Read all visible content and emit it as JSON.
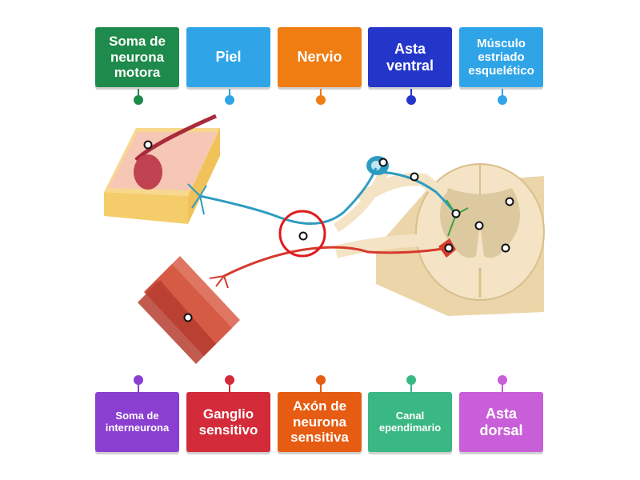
{
  "labels": {
    "top": [
      {
        "text": "Soma de neurona motora",
        "color": "#1e8a4b"
      },
      {
        "text": "Piel",
        "color": "#2fa5e8"
      },
      {
        "text": "Nervio",
        "color": "#f07d12"
      },
      {
        "text": "Asta ventral",
        "color": "#2436c9"
      },
      {
        "text": "Músculo estriado esquelético",
        "color": "#2fa5e8"
      }
    ],
    "bottom": [
      {
        "text": "Soma de interneurona",
        "color": "#8a3fd1"
      },
      {
        "text": "Ganglio sensitivo",
        "color": "#d42b3a"
      },
      {
        "text": "Axón de neurona sensitiva",
        "color": "#e65c12"
      },
      {
        "text": "Canal ependimario",
        "color": "#3ab883"
      },
      {
        "text": "Asta dorsal",
        "color": "#c95fd8"
      }
    ]
  },
  "colors": {
    "sensory_nerve": "#2e9cc0",
    "motor_nerve": "#d63a2e",
    "interneuron": "#3aa33a",
    "highlight_ring": "#e0191b",
    "spinal_cord": "#f4e4c5",
    "grey_matter": "#dcc9a0",
    "skin": "#f5c7b4",
    "muscle": "#c94b3a"
  },
  "icons": {
    "markers": "hotspot-marker-icon"
  }
}
